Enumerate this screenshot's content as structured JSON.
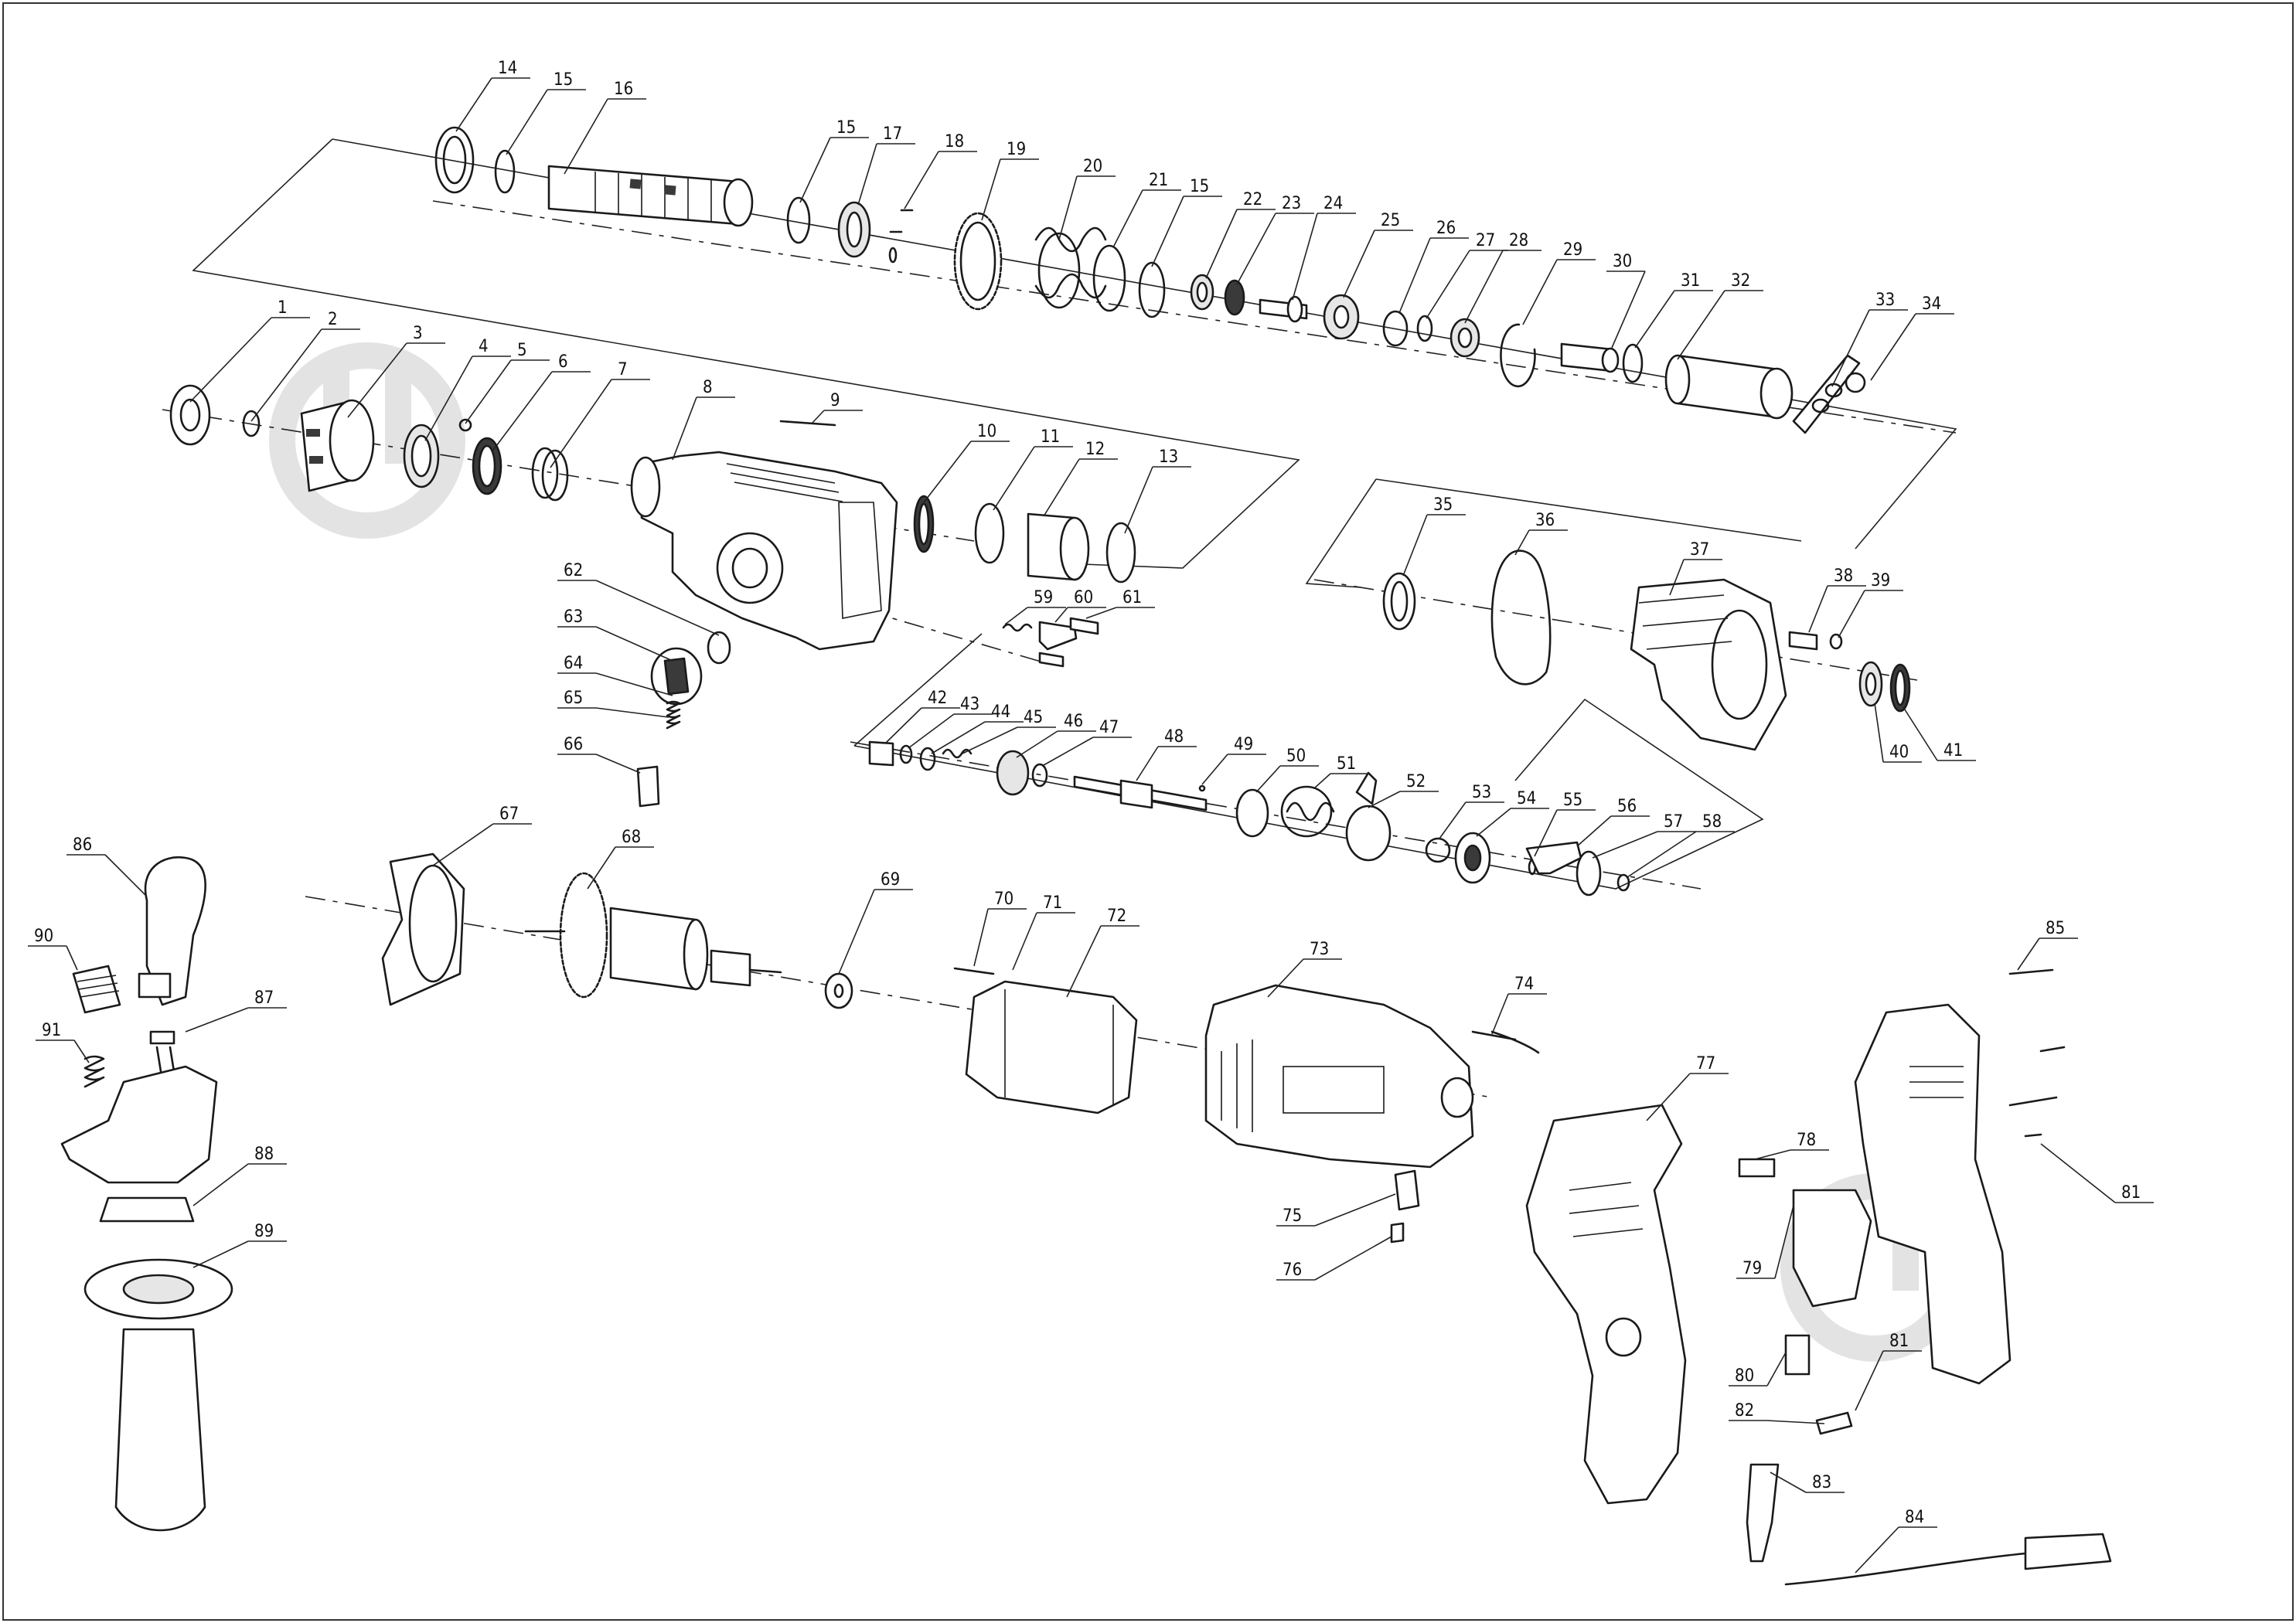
{
  "diagram": {
    "callouts": [
      {
        "num": "1"
      },
      {
        "num": "2"
      },
      {
        "num": "3"
      },
      {
        "num": "4"
      },
      {
        "num": "5"
      },
      {
        "num": "6"
      },
      {
        "num": "7"
      },
      {
        "num": "8"
      },
      {
        "num": "9"
      },
      {
        "num": "10"
      },
      {
        "num": "11"
      },
      {
        "num": "12"
      },
      {
        "num": "13"
      },
      {
        "num": "14"
      },
      {
        "num": "15"
      },
      {
        "num": "16"
      },
      {
        "num": "15"
      },
      {
        "num": "17"
      },
      {
        "num": "18"
      },
      {
        "num": "19"
      },
      {
        "num": "20"
      },
      {
        "num": "21"
      },
      {
        "num": "15"
      },
      {
        "num": "22"
      },
      {
        "num": "23"
      },
      {
        "num": "24"
      },
      {
        "num": "25"
      },
      {
        "num": "26"
      },
      {
        "num": "27"
      },
      {
        "num": "28"
      },
      {
        "num": "29"
      },
      {
        "num": "30"
      },
      {
        "num": "31"
      },
      {
        "num": "32"
      },
      {
        "num": "33"
      },
      {
        "num": "34"
      },
      {
        "num": "35"
      },
      {
        "num": "36"
      },
      {
        "num": "37"
      },
      {
        "num": "38"
      },
      {
        "num": "39"
      },
      {
        "num": "40"
      },
      {
        "num": "41"
      },
      {
        "num": "42"
      },
      {
        "num": "43"
      },
      {
        "num": "44"
      },
      {
        "num": "45"
      },
      {
        "num": "46"
      },
      {
        "num": "47"
      },
      {
        "num": "48"
      },
      {
        "num": "49"
      },
      {
        "num": "50"
      },
      {
        "num": "51"
      },
      {
        "num": "52"
      },
      {
        "num": "53"
      },
      {
        "num": "54"
      },
      {
        "num": "55"
      },
      {
        "num": "56"
      },
      {
        "num": "57"
      },
      {
        "num": "58"
      },
      {
        "num": "59"
      },
      {
        "num": "60"
      },
      {
        "num": "61"
      },
      {
        "num": "62"
      },
      {
        "num": "63"
      },
      {
        "num": "64"
      },
      {
        "num": "65"
      },
      {
        "num": "66"
      },
      {
        "num": "67"
      },
      {
        "num": "68"
      },
      {
        "num": "69"
      },
      {
        "num": "70"
      },
      {
        "num": "71"
      },
      {
        "num": "72"
      },
      {
        "num": "73"
      },
      {
        "num": "74"
      },
      {
        "num": "75"
      },
      {
        "num": "76"
      },
      {
        "num": "77"
      },
      {
        "num": "78"
      },
      {
        "num": "79"
      },
      {
        "num": "80"
      },
      {
        "num": "81"
      },
      {
        "num": "81"
      },
      {
        "num": "82"
      },
      {
        "num": "83"
      },
      {
        "num": "84"
      },
      {
        "num": "85"
      },
      {
        "num": "86"
      },
      {
        "num": "87"
      },
      {
        "num": "88"
      },
      {
        "num": "89"
      },
      {
        "num": "90"
      },
      {
        "num": "91"
      }
    ]
  }
}
